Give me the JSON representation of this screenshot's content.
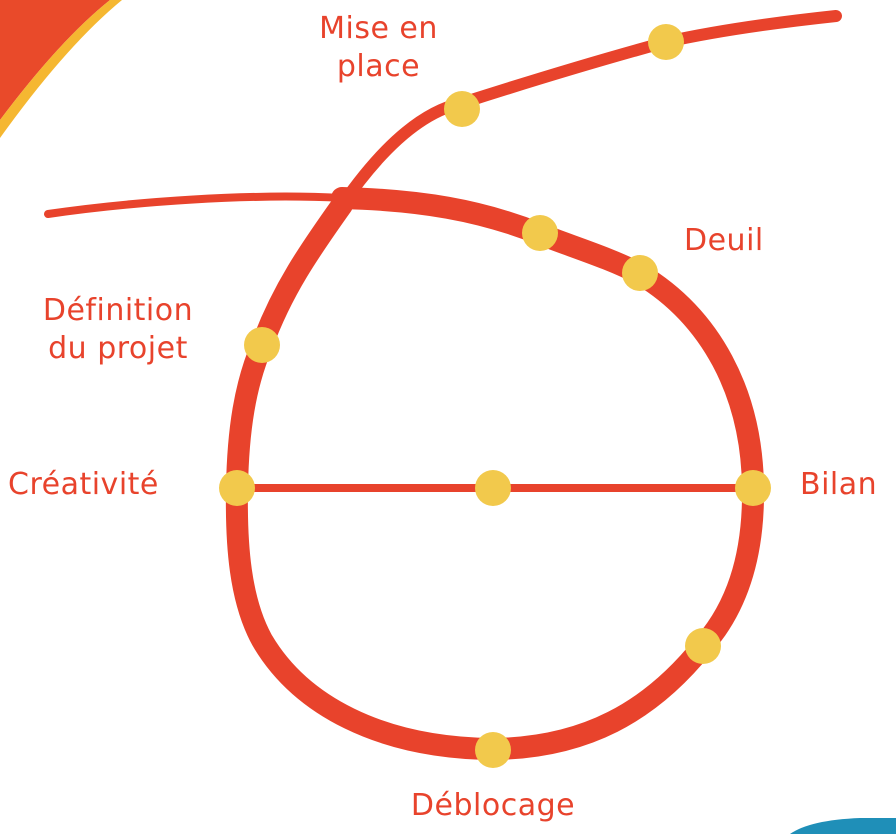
{
  "colors": {
    "path": "#e8432c",
    "node": "#f2c94c",
    "label": "#e8432c",
    "corner_orange": "#e94a2a",
    "corner_yellow": "#f5b731",
    "corner_blue": "#1f8fb8"
  },
  "stages": {
    "mise_en_place": "Mise en\nplace",
    "deuil": "Deuil",
    "definition_du_projet": "Définition\ndu projet",
    "creativite": "Créativité",
    "bilan": "Bilan",
    "deblocage": "Déblocage"
  }
}
